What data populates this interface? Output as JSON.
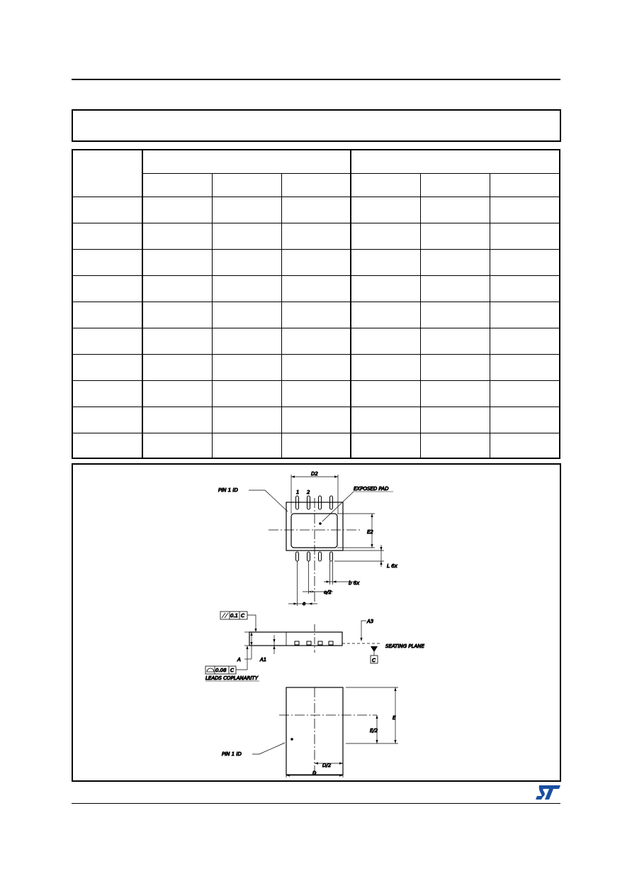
{
  "figure": {
    "labels": {
      "pin1_top": "PIN 1 ID",
      "pin1_bottom": "PIN 1 ID",
      "d2": "D2",
      "pin_num_1": "1",
      "pin_num_2": "2",
      "exposed_pad": "EXPOSED PAD",
      "e2": "E2",
      "l_6x": "L 6x",
      "b_6x": "b 6x",
      "e_half": "e/2",
      "e_pitch": "e",
      "parallelism_value": "0.1",
      "datum_c_1": "C",
      "a3": "A3",
      "seating_plane": "SEATING PLANE",
      "datum_c_2": "C",
      "a": "A",
      "a1": "A1",
      "coplanarity_value": "0.08",
      "datum_c_3": "C",
      "leads_coplanarity": "LEADS COPLANARITY",
      "e_dim": "E",
      "e_dim_half": "E/2",
      "d_half": "D/2",
      "d_dim": "D"
    }
  },
  "brand": {
    "logo_color": "#1a4fa0"
  }
}
